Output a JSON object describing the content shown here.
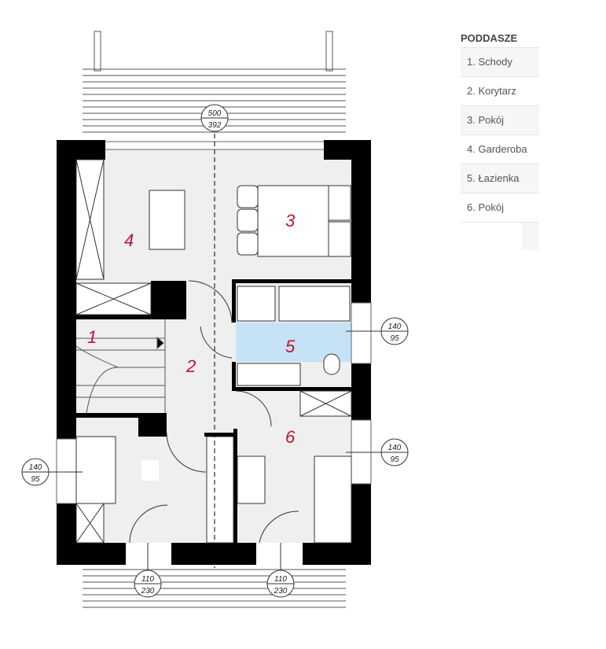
{
  "legend": {
    "title": "PODDASZE",
    "items": [
      "1. Schody",
      "2. Korytarz",
      "3. Pokój",
      "4. Garderoba",
      "5. Łazienka",
      "6. Pokój"
    ]
  },
  "plan": {
    "room_numbers": [
      "1",
      "2",
      "3",
      "4",
      "5",
      "6"
    ],
    "dimensions": {
      "top": {
        "w": "500",
        "h": "392"
      },
      "right_bath": {
        "w": "140",
        "h": "95"
      },
      "right_room": {
        "w": "140",
        "h": "95"
      },
      "left": {
        "w": "140",
        "h": "95"
      },
      "bottom_left": {
        "w": "110",
        "h": "230"
      },
      "bottom_right": {
        "w": "110",
        "h": "230"
      }
    },
    "colors": {
      "wall": "#000000",
      "floor": "#efefef",
      "bath": "#c6e2f7",
      "number": "#c8102e"
    }
  }
}
